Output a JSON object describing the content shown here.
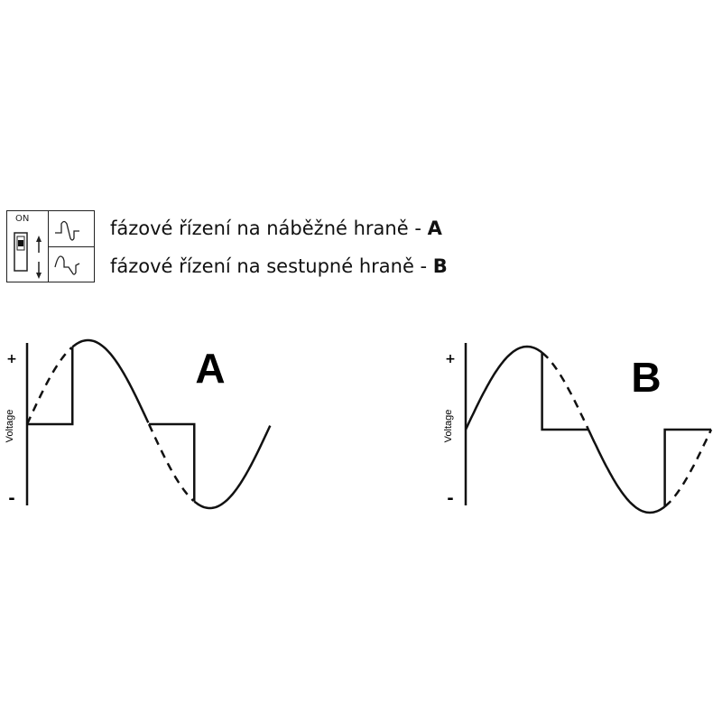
{
  "legend": {
    "switch_label": "ON",
    "rows": [
      {
        "text": "fázové řízení na náběžné hraně - ",
        "letter": "A"
      },
      {
        "text": "fázové řízení na sestupné hraně - ",
        "letter": "B"
      }
    ]
  },
  "charts": [
    {
      "letter": "A",
      "ylabel": "Voltage",
      "plus": "+",
      "minus": "-",
      "mode": "leading-edge",
      "firing_angle_deg": 67
    },
    {
      "letter": "B",
      "ylabel": "Voltage",
      "plus": "+",
      "minus": "-",
      "mode": "trailing-edge",
      "firing_angle_deg": 112
    }
  ]
}
